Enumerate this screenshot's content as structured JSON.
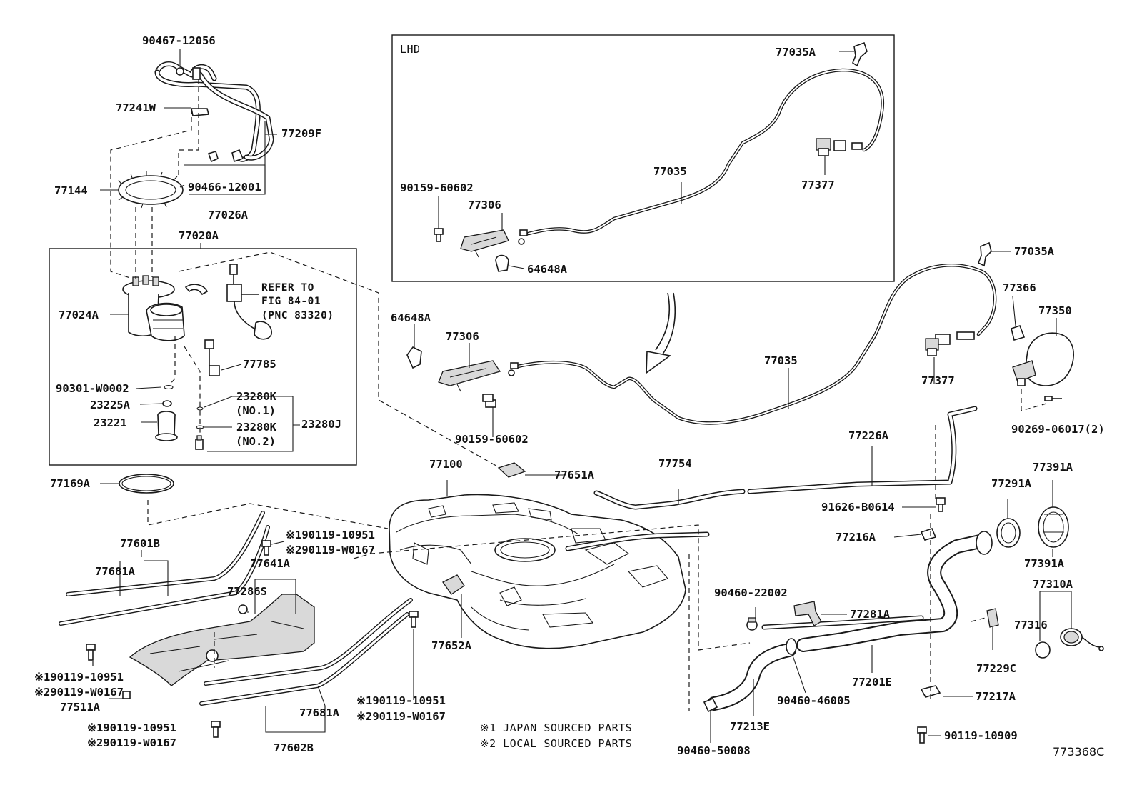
{
  "labels": {
    "p90467_12056": "90467-12056",
    "p77241W": "77241W",
    "p77209F": "77209F",
    "p77144": "77144",
    "p90466_12001": "90466-12001",
    "p77026A": "77026A",
    "p77020A": "77020A",
    "p77024A": "77024A",
    "refer_1": "REFER TO",
    "refer_2": "FIG 84-01",
    "refer_3": "(PNC 83320)",
    "p77785": "77785",
    "p90301_W0002": "90301-W0002",
    "p23225A": "23225A",
    "p23280K_1": "23280K",
    "no1": "(NO.1)",
    "p23221": "23221",
    "p23280K_2": "23280K",
    "no2": "(NO.2)",
    "p23280J": "23280J",
    "p77169A": "77169A",
    "p77601B": "77601B",
    "p77681A_1": "77681A",
    "p77641A": "77641A",
    "p77286S": "77286S",
    "b1_190119_10951": "※190119-10951",
    "b1_290119_W0167": "※290119-W0167",
    "b2_190119_10951": "※190119-10951",
    "b2_290119_W0167": "※290119-W0167",
    "p77511A": "77511A",
    "b3_190119_10951": "※190119-10951",
    "b3_290119_W0167": "※290119-W0167",
    "b4_190119_10951": "※190119-10951",
    "b4_290119_W0167": "※290119-W0167",
    "p77681A_2": "77681A",
    "p77602B": "77602B",
    "lhd": "LHD",
    "lhd_77035A": "77035A",
    "lhd_77035": "77035",
    "lhd_77377": "77377",
    "lhd_90159_60602": "90159-60602",
    "lhd_77306": "77306",
    "lhd_64648A": "64648A",
    "p77035A": "77035A",
    "p77366": "77366",
    "p77350": "77350",
    "p64648A": "64648A",
    "p77306": "77306",
    "p77035": "77035",
    "p77377": "77377",
    "p90159_60602": "90159-60602",
    "p90269_06017": "90269-06017(2)",
    "p77100": "77100",
    "p77651A": "77651A",
    "p77754": "77754",
    "p77226A": "77226A",
    "p91626_B0614": "91626-B0614",
    "p77216A": "77216A",
    "p77291A": "77291A",
    "p77391A_1": "77391A",
    "p77391A_2": "77391A",
    "p77310A": "77310A",
    "p90460_22002": "90460-22002",
    "p77281A": "77281A",
    "p77652A": "77652A",
    "p77316": "77316",
    "p77229C": "77229C",
    "p77201E": "77201E",
    "p90460_46005": "90460-46005",
    "p77217A": "77217A",
    "p77213E": "77213E",
    "p90119_10909": "90119-10909",
    "p90460_50008": "90460-50008",
    "note1": "※1 JAPAN SOURCED PARTS",
    "note2": "※2 LOCAL SOURCED PARTS",
    "fig_id": "773368C"
  }
}
